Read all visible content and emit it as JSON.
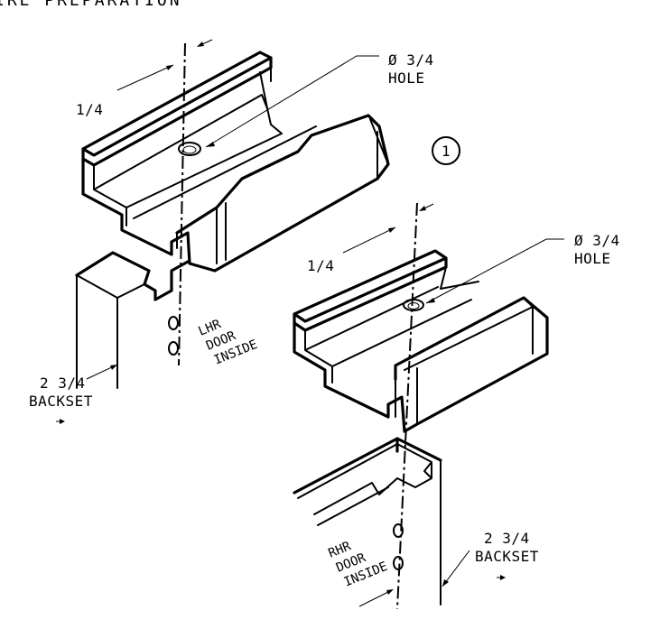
{
  "title": "IRE PREPARATION",
  "top_part": {
    "hole_label_1": "Ø 3/4",
    "hole_label_2": "HOLE",
    "offset_label": "1/4",
    "callout_number": "1",
    "door_label_1": "LHR",
    "door_label_2": "DOOR",
    "door_label_3": "INSIDE",
    "backset_label_1": "2 3/4",
    "backset_label_2": "BACKSET"
  },
  "bottom_part": {
    "hole_label_1": "Ø 3/4",
    "hole_label_2": "HOLE",
    "offset_label": "1/4",
    "door_label_1": "RHR",
    "door_label_2": "DOOR",
    "door_label_3": "INSIDE",
    "backset_label_1": "2 3/4",
    "backset_label_2": "BACKSET"
  }
}
